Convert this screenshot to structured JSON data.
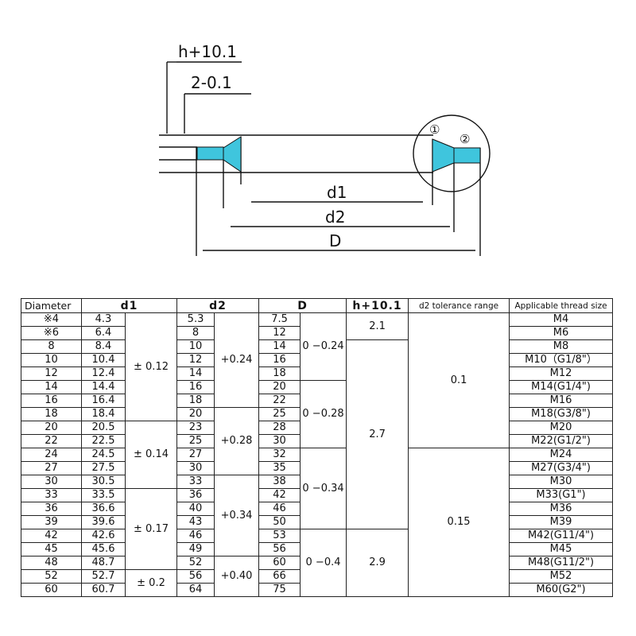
{
  "drawing": {
    "labels": {
      "h_dim": "h+10.1",
      "w_dim": "2-0.1",
      "d1": "d1",
      "d2": "d2",
      "D": "D",
      "marker1": "①",
      "marker2": "②"
    },
    "colors": {
      "accent": "#3fc5dd",
      "line": "#111111"
    }
  },
  "table": {
    "headers": {
      "diameter": "Diameter",
      "d1": "d1",
      "d2": "d2",
      "D": "D",
      "h": "h+10.1",
      "d2_tolerance": "d2 tolerance range",
      "thread": "Applicable thread size"
    },
    "rows": [
      {
        "diameter": "※4",
        "d1": "4.3",
        "d2": "5.3",
        "D": "7.5",
        "thread": "M4"
      },
      {
        "diameter": "※6",
        "d1": "6.4",
        "d2": "8",
        "D": "12",
        "thread": "M6"
      },
      {
        "diameter": "8",
        "d1": "8.4",
        "d2": "10",
        "D": "14",
        "thread": "M8"
      },
      {
        "diameter": "10",
        "d1": "10.4",
        "d2": "12",
        "D": "16",
        "thread": "M10（G1/8\"）"
      },
      {
        "diameter": "12",
        "d1": "12.4",
        "d2": "14",
        "D": "18",
        "thread": "M12"
      },
      {
        "diameter": "14",
        "d1": "14.4",
        "d2": "16",
        "D": "20",
        "thread": "M14(G1/4\")"
      },
      {
        "diameter": "16",
        "d1": "16.4",
        "d2": "18",
        "D": "22",
        "thread": "M16"
      },
      {
        "diameter": "18",
        "d1": "18.4",
        "d2": "20",
        "D": "25",
        "thread": "M18(G3/8\")"
      },
      {
        "diameter": "20",
        "d1": "20.5",
        "d2": "23",
        "D": "28",
        "thread": "M20"
      },
      {
        "diameter": "22",
        "d1": "22.5",
        "d2": "25",
        "D": "30",
        "thread": "M22(G1/2\")"
      },
      {
        "diameter": "24",
        "d1": "24.5",
        "d2": "27",
        "D": "32",
        "thread": "M24"
      },
      {
        "diameter": "27",
        "d1": "27.5",
        "d2": "30",
        "D": "35",
        "thread": "M27(G3/4\")"
      },
      {
        "diameter": "30",
        "d1": "30.5",
        "d2": "33",
        "D": "38",
        "thread": "M30"
      },
      {
        "diameter": "33",
        "d1": "33.5",
        "d2": "36",
        "D": "42",
        "thread": "M33(G1\")"
      },
      {
        "diameter": "36",
        "d1": "36.6",
        "d2": "40",
        "D": "46",
        "thread": "M36"
      },
      {
        "diameter": "39",
        "d1": "39.6",
        "d2": "43",
        "D": "50",
        "thread": "M39"
      },
      {
        "diameter": "42",
        "d1": "42.6",
        "d2": "46",
        "D": "53",
        "thread": "M42(G11/4\")"
      },
      {
        "diameter": "45",
        "d1": "45.6",
        "d2": "49",
        "D": "56",
        "thread": "M45"
      },
      {
        "diameter": "48",
        "d1": "48.7",
        "d2": "52",
        "D": "60",
        "thread": "M48(G11/2\")"
      },
      {
        "diameter": "52",
        "d1": "52.7",
        "d2": "56",
        "D": "66",
        "thread": "M52"
      },
      {
        "diameter": "60",
        "d1": "60.7",
        "d2": "64",
        "D": "75",
        "thread": "M60(G2\")"
      }
    ],
    "d1_tol": [
      {
        "start": 0,
        "span": 8,
        "value": "± 0.12"
      },
      {
        "start": 8,
        "span": 5,
        "value": "± 0.14"
      },
      {
        "start": 13,
        "span": 6,
        "value": "± 0.17"
      },
      {
        "start": 19,
        "span": 2,
        "value": "± 0.2"
      }
    ],
    "d2_tol": [
      {
        "start": 0,
        "span": 7,
        "value": "+0.24"
      },
      {
        "start": 7,
        "span": 5,
        "value": "+0.28"
      },
      {
        "start": 12,
        "span": 6,
        "value": "+0.34"
      },
      {
        "start": 18,
        "span": 3,
        "value": "+0.40"
      }
    ],
    "D_tol": [
      {
        "start": 0,
        "span": 5,
        "value": "0\n−0.24"
      },
      {
        "start": 5,
        "span": 5,
        "value": "0\n−0.28"
      },
      {
        "start": 10,
        "span": 6,
        "value": "0\n−0.34"
      },
      {
        "start": 16,
        "span": 5,
        "value": "0\n−0.4"
      }
    ],
    "h_vals": [
      {
        "start": 0,
        "span": 2,
        "value": "2.1"
      },
      {
        "start": 2,
        "span": 14,
        "value": "2.7"
      },
      {
        "start": 16,
        "span": 5,
        "value": "2.9"
      }
    ],
    "d2_range": [
      {
        "start": 0,
        "span": 10,
        "value": "0.1"
      },
      {
        "start": 10,
        "span": 11,
        "value": "0.15"
      }
    ]
  }
}
